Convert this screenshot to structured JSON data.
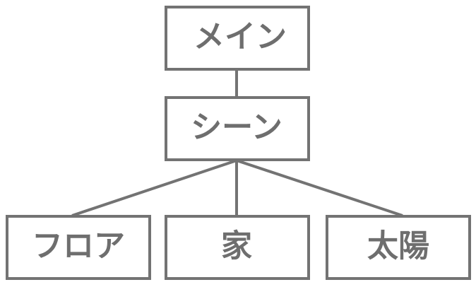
{
  "diagram": {
    "root": {
      "label": "メイン"
    },
    "middle": {
      "label": "シーン"
    },
    "children": [
      {
        "label": "フロア"
      },
      {
        "label": "家"
      },
      {
        "label": "太陽"
      }
    ]
  },
  "colors": {
    "stroke": "#737373",
    "text": "#6e6e6e",
    "fill": "#ffffff"
  }
}
